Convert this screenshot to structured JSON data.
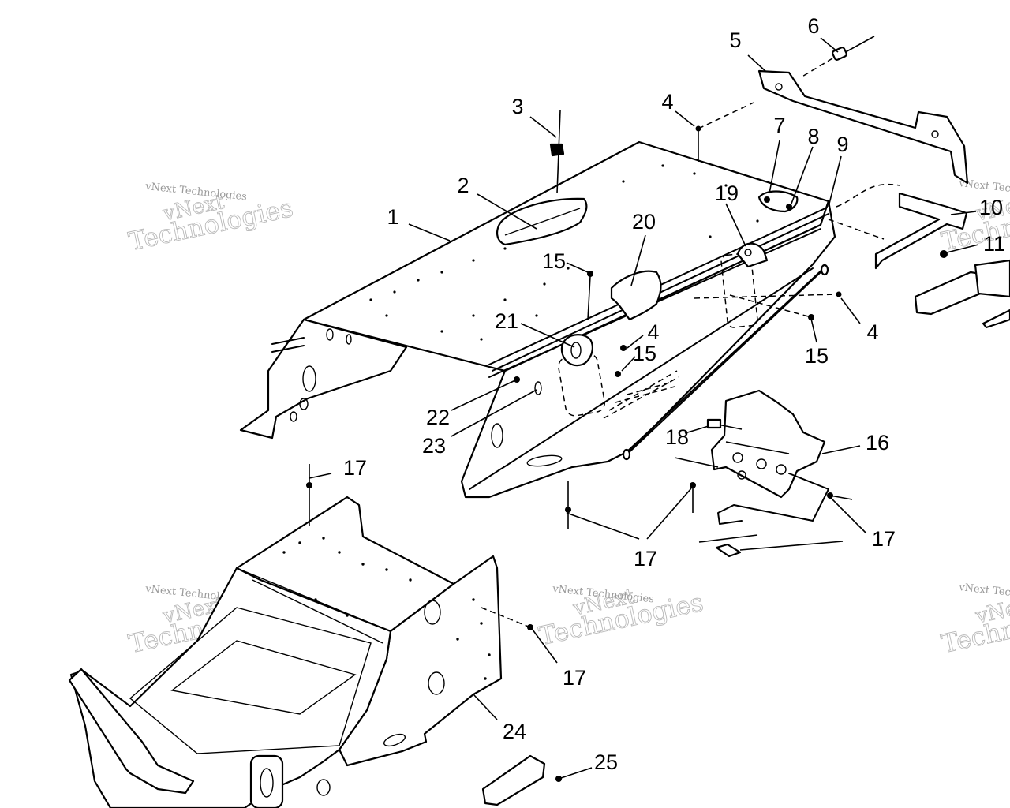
{
  "diagram": {
    "callouts": [
      {
        "id": "c1",
        "text": "1"
      },
      {
        "id": "c2",
        "text": "2"
      },
      {
        "id": "c3",
        "text": "3"
      },
      {
        "id": "c4a",
        "text": "4"
      },
      {
        "id": "c4b",
        "text": "4"
      },
      {
        "id": "c4c",
        "text": "4"
      },
      {
        "id": "c5",
        "text": "5"
      },
      {
        "id": "c6",
        "text": "6"
      },
      {
        "id": "c7",
        "text": "7"
      },
      {
        "id": "c8",
        "text": "8"
      },
      {
        "id": "c9",
        "text": "9"
      },
      {
        "id": "c10",
        "text": "10"
      },
      {
        "id": "c11",
        "text": "11"
      },
      {
        "id": "c15a",
        "text": "15"
      },
      {
        "id": "c15b",
        "text": "15"
      },
      {
        "id": "c15c",
        "text": "15"
      },
      {
        "id": "c16",
        "text": "16"
      },
      {
        "id": "c17a",
        "text": "17"
      },
      {
        "id": "c17b",
        "text": "17"
      },
      {
        "id": "c17c",
        "text": "17"
      },
      {
        "id": "c17d",
        "text": "17"
      },
      {
        "id": "c18",
        "text": "18"
      },
      {
        "id": "c19",
        "text": "19"
      },
      {
        "id": "c20",
        "text": "20"
      },
      {
        "id": "c21",
        "text": "21"
      },
      {
        "id": "c22",
        "text": "22"
      },
      {
        "id": "c23",
        "text": "23"
      },
      {
        "id": "c24",
        "text": "24"
      },
      {
        "id": "c25",
        "text": "25"
      }
    ]
  },
  "watermark": {
    "line1": "vNext",
    "line2": "Technologies",
    "small": "vNext Technologies"
  }
}
